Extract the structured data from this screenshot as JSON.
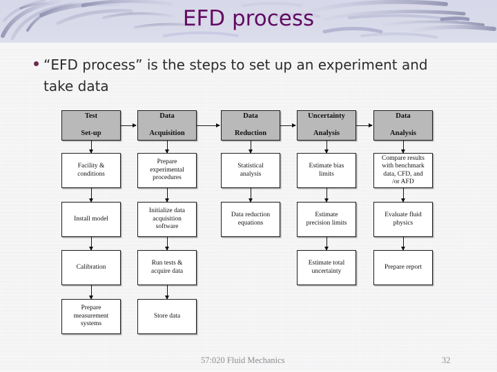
{
  "slide": {
    "title": "EFD process",
    "title_color": "#620b62",
    "header_band_color": "#d8d9e9",
    "background_color": "#f3f3f3"
  },
  "bullet": {
    "marker": "bullet-dot",
    "text": "“EFD process” is the steps to set up an experiment and take data"
  },
  "footer": {
    "course": "57:020 Fluid Mechanics",
    "page_number": "32"
  },
  "flowchart": {
    "header_fill": "#b9b9b9",
    "sub_fill": "#ffffff",
    "border_color": "#1c1c1c",
    "columns": [
      {
        "header": "Test\nSet-up",
        "header_line1": "Test",
        "header_line2": "Set-up",
        "steps": [
          "Facility &\nconditions",
          "Install model",
          "Calibration",
          "Prepare\nmeasurement\nsystems"
        ]
      },
      {
        "header": "Data\nAcquisition",
        "header_line1": "Data",
        "header_line2": "Acquisition",
        "steps": [
          "Prepare\nexperimental\nprocedures",
          "Initialize data\nacquisition\nsoftware",
          "Run tests &\nacquire data",
          "Store data"
        ]
      },
      {
        "header": "Data\nReduction",
        "header_line1": "Data",
        "header_line2": "Reduction",
        "steps": [
          "Statistical\nanalysis",
          "Data reduction\nequations"
        ]
      },
      {
        "header": "Uncertainty\nAnalysis",
        "header_line1": "Uncertainty",
        "header_line2": "Analysis",
        "steps": [
          "Estimate bias\nlimits",
          "Estimate\nprecision limits",
          "Estimate total\nuncertainty"
        ]
      },
      {
        "header": "Data\nAnalysis",
        "header_line1": "Data",
        "header_line2": "Analysis",
        "steps": [
          "Compare results\nwith benchmark\ndata, CFD, and\n/or AFD",
          "Evaluate fluid\nphysics",
          "Prepare report"
        ]
      }
    ]
  }
}
